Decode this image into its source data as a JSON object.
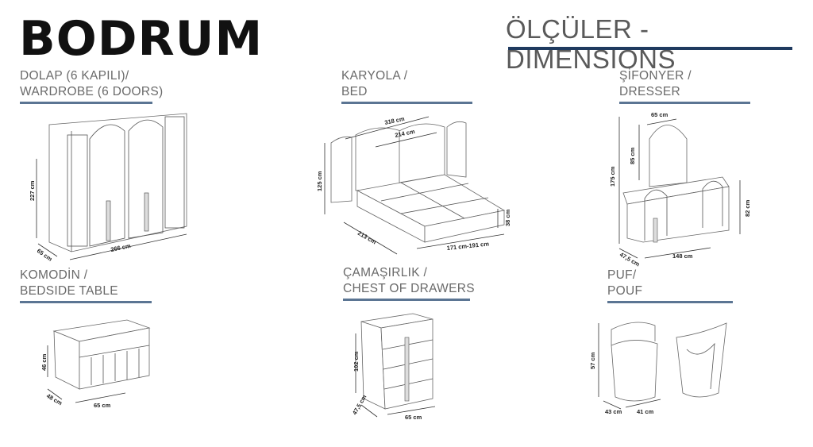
{
  "brand": "BODRUM",
  "title": "ÖLÇÜLER - DIMENSIONS",
  "colors": {
    "title_underline": "#1f3a5f",
    "section_underline": "#5b7593"
  },
  "sections": [
    {
      "line1": "DOLAP (6 KAPILI)/",
      "line2": "WARDROBE (6 DOORS)",
      "dims": {
        "height": "227 cm",
        "depth": "65 cm",
        "width": "266 cm"
      }
    },
    {
      "line1": "KARYOLA /",
      "line2": "BED",
      "dims": {
        "total_width": "318 cm",
        "headboard": "214 cm",
        "height": "125 cm",
        "length": "213 cm",
        "inner": "171 cm-191 cm",
        "frame_height": "38 cm"
      }
    },
    {
      "line1": "ŞİFONYER /",
      "line2": "DRESSER",
      "dims": {
        "mirror_width": "65 cm",
        "mirror_height": "85 cm",
        "total_height": "175 cm",
        "height": "82 cm",
        "depth": "47,5 cm",
        "width": "148 cm"
      }
    },
    {
      "line1": "KOMODİN /",
      "line2": "BEDSIDE TABLE",
      "dims": {
        "height": "46 cm",
        "depth": "48 cm",
        "width": "65 cm"
      }
    },
    {
      "line1": "ÇAMAŞIRLIK /",
      "line2": "CHEST OF DRAWERS",
      "dims": {
        "height": "102 cm",
        "depth": "47,5 cm",
        "width": "65 cm"
      }
    },
    {
      "line1": "PUF/",
      "line2": "POUF",
      "dims": {
        "height": "57 cm",
        "depth": "43 cm",
        "width": "41 cm"
      }
    }
  ]
}
